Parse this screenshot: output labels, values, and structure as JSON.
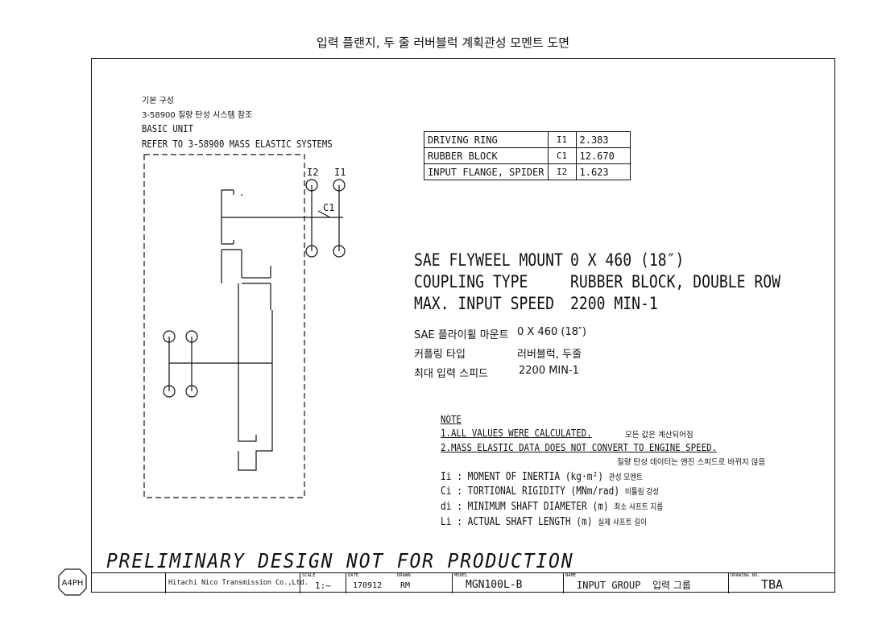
{
  "title": "입력 플랜지, 두 줄 러버블럭 계획관성 모멘트 도면",
  "basic": {
    "kr_line1": "기본 구성",
    "kr_line2": "3-58900 질량 탄성 시스템 참조",
    "en_line1": "BASIC UNIT",
    "en_line2": "REFER TO 3-58900 MASS ELASTIC SYSTEMS"
  },
  "diagram_labels": {
    "i2": "I2",
    "i1": "I1",
    "c1": "C1"
  },
  "inertia_table": {
    "rows": [
      {
        "name": "DRIVING RING",
        "symbol": "I1",
        "value": "2.383"
      },
      {
        "name": "RUBBER BLOCK",
        "symbol": "C1",
        "value": "12.670"
      },
      {
        "name": "INPUT FLANGE, SPIDER",
        "symbol": "I2",
        "value": "1.623"
      }
    ]
  },
  "specs": [
    {
      "label": "SAE FLYWEEL MOUNT",
      "value": "0 X 460 (18″)"
    },
    {
      "label": "COUPLING TYPE",
      "value": "RUBBER BLOCK, DOUBLE ROW"
    },
    {
      "label": "MAX. INPUT SPEED",
      "value": "2200 MIN-1"
    }
  ],
  "specs_kr": [
    {
      "label": "SAE 플라이휠 마운트",
      "value": "0 X 460 (18″)"
    },
    {
      "label": "커플링 타입",
      "value": "러버블럭, 두줄"
    },
    {
      "label": "최대 입력 스피드",
      "value": "2200 MIN-1"
    }
  ],
  "note": {
    "heading": "NOTE",
    "line1": "1.ALL VALUES WERE CALCULATED.",
    "line1_kr": "모든 값은 계산되어짐",
    "line2": "2.MASS ELASTIC DATA DOES NOT CONVERT TO ENGINE SPEED.",
    "line2_kr": "질량 탄성 데이터는 엔진 스피드로 바뀌지 않음"
  },
  "legend": [
    {
      "symbol": "Ii",
      "text": ": MOMENT OF INERTIA (kg·m²)",
      "kr": "관성 모멘트"
    },
    {
      "symbol": "Ci",
      "text": ": TORTIONAL RIGIDITY (MNm/rad)",
      "kr": "비틀림 강성"
    },
    {
      "symbol": "di",
      "text": ": MINIMUM SHAFT DIAMETER (m)",
      "kr": "최소 샤프트 지름"
    },
    {
      "symbol": "Li",
      "text": ": ACTUAL SHAFT LENGTH (m)",
      "kr": "실제 샤프트 길이"
    }
  ],
  "preliminary": "PRELIMINARY DESIGN NOT FOR PRODUCTION",
  "title_block": {
    "sheet_size": "A4PH",
    "company": "Hitachi Nico Transmission Co.,Ltd.",
    "scale_label": "SCALE",
    "scale": "1:~",
    "date_label": "DATE",
    "date": "170912",
    "drawn_label": "DRAWN",
    "drawn": "RM",
    "model_label": "MODEL",
    "model": "MGN100L-B",
    "name_label": "NAME",
    "name": "INPUT GROUP",
    "name_kr": "입력 그룹",
    "drawing_no_label": "DRAWING NO.",
    "drawing_no": "TBA"
  }
}
